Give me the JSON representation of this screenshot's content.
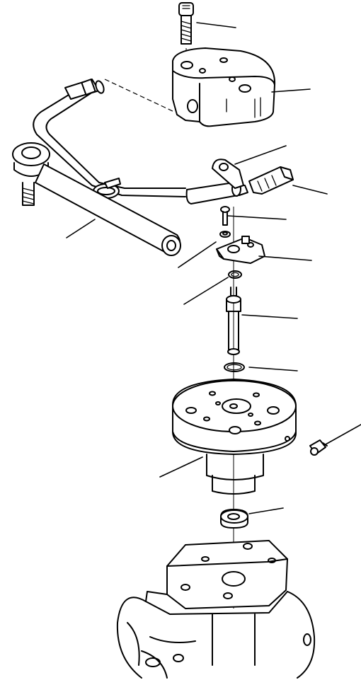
{
  "figure": {
    "kind": "exploded parts diagram",
    "text_labels": [],
    "line_color": "#000000",
    "background_color": "#ffffff"
  },
  "parts": [
    {
      "name": "mounting-bolt"
    },
    {
      "name": "cover-block"
    },
    {
      "name": "bracket-plate"
    },
    {
      "name": "sensor-connector"
    },
    {
      "name": "small-screw"
    },
    {
      "name": "washer"
    },
    {
      "name": "sensor-bracket"
    },
    {
      "name": "snap-ring"
    },
    {
      "name": "shaft-pin"
    },
    {
      "name": "o-ring"
    },
    {
      "name": "hub-flange"
    },
    {
      "name": "grease-nipple"
    },
    {
      "name": "seal-ring"
    },
    {
      "name": "housing"
    },
    {
      "name": "tie-rod-end"
    },
    {
      "name": "hose-line"
    },
    {
      "name": "hose-clamp"
    }
  ]
}
